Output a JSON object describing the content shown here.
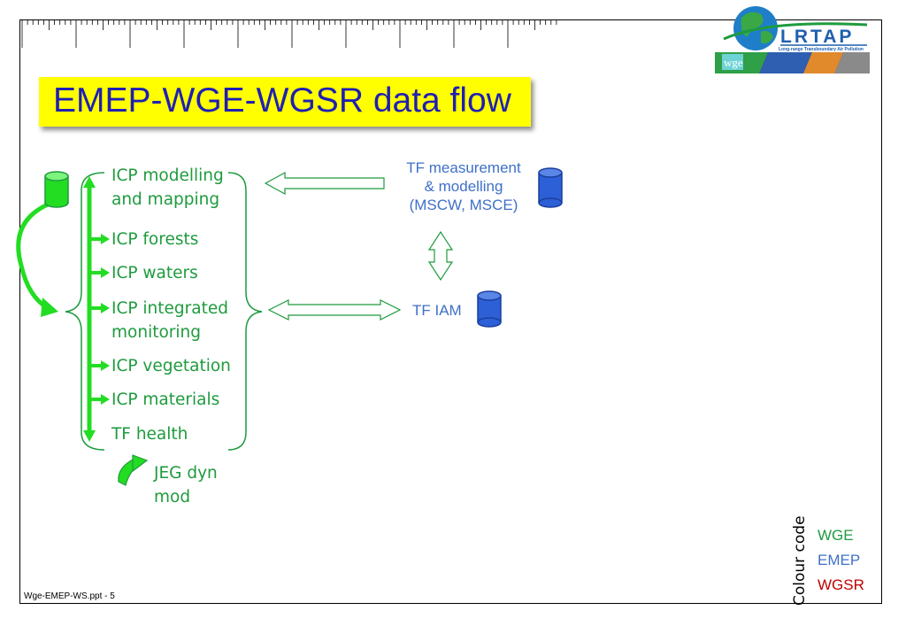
{
  "title": "EMEP-WGE-WGSR data flow",
  "icp_items": [
    "ICP modelling",
    "and mapping",
    "ICP forests",
    "ICP waters",
    "ICP integrated",
    "monitoring",
    "ICP vegetation",
    "ICP materials",
    "TF health"
  ],
  "jeg": [
    "JEG dyn",
    "mod"
  ],
  "tf_measurement": [
    "TF measurement",
    "& modelling",
    "(MSCW, MSCE)"
  ],
  "tf_iam": "TF IAM",
  "legend": {
    "heading": "Colour code",
    "items": [
      {
        "label": "WGE",
        "color": "#1e9b3e"
      },
      {
        "label": "EMEP",
        "color": "#3f70c8"
      },
      {
        "label": "WGSR",
        "color": "#c00000"
      }
    ]
  },
  "footer": "Wge-EMEP-WS.ppt - 5",
  "logo": {
    "name": "LRTAP",
    "tagline": "Long-range Transboundary Air Pollution",
    "badge": "wge"
  },
  "colors": {
    "wge": "#1e9b3e",
    "emep": "#3f70c8",
    "wgsr": "#c00000",
    "title": "#1f1fb3",
    "title_bg": "#ffff00",
    "flow_arrow": "#22dd22",
    "database": "#2d5fd6"
  }
}
